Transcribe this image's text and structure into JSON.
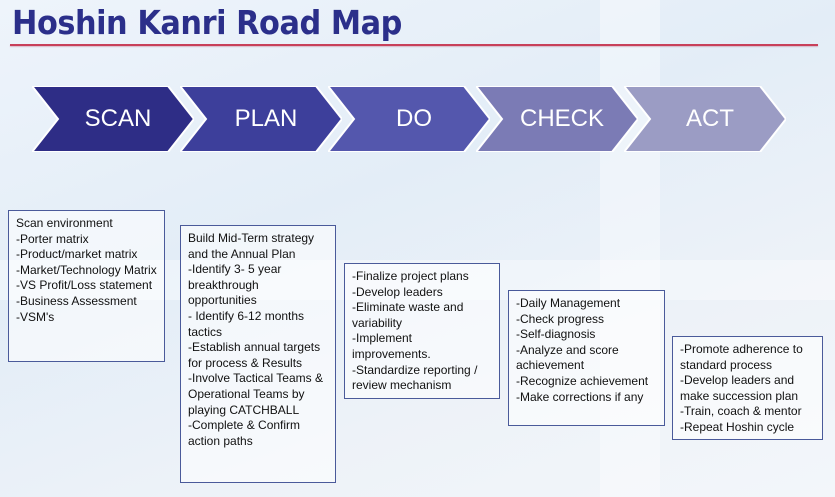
{
  "title": "Hoshin Kanri Road Map",
  "phases": [
    {
      "label": "SCAN",
      "color": "#2e2d86"
    },
    {
      "label": "PLAN",
      "color": "#3d3f9b"
    },
    {
      "label": "DO",
      "color": "#5457ad"
    },
    {
      "label": "CHECK",
      "color": "#7b7bb5"
    },
    {
      "label": "ACT",
      "color": "#9b9cc4"
    }
  ],
  "boxes": [
    "Scan environment\n-Porter matrix\n-Product/market matrix\n-Market/Technology Matrix\n-VS Profit/Loss statement\n-Business Assessment\n-VSM's",
    "Build Mid-Term strategy and the Annual Plan\n-Identify 3- 5 year breakthrough opportunities\n- Identify 6-12 months tactics\n-Establish annual targets for process & Results\n-Involve Tactical Teams & Operational Teams by playing CATCHBALL\n-Complete & Confirm action paths",
    "-Finalize project plans\n-Develop leaders\n-Eliminate waste and variability\n-Implement improvements.\n-Standardize reporting / review mechanism",
    "-Daily Management\n-Check progress\n-Self-diagnosis\n-Analyze and score achievement\n-Recognize achievement\n-Make corrections if any",
    "-Promote adherence to standard process\n-Develop leaders and make succession plan\n-Train, coach & mentor\n-Repeat Hoshin cycle"
  ]
}
